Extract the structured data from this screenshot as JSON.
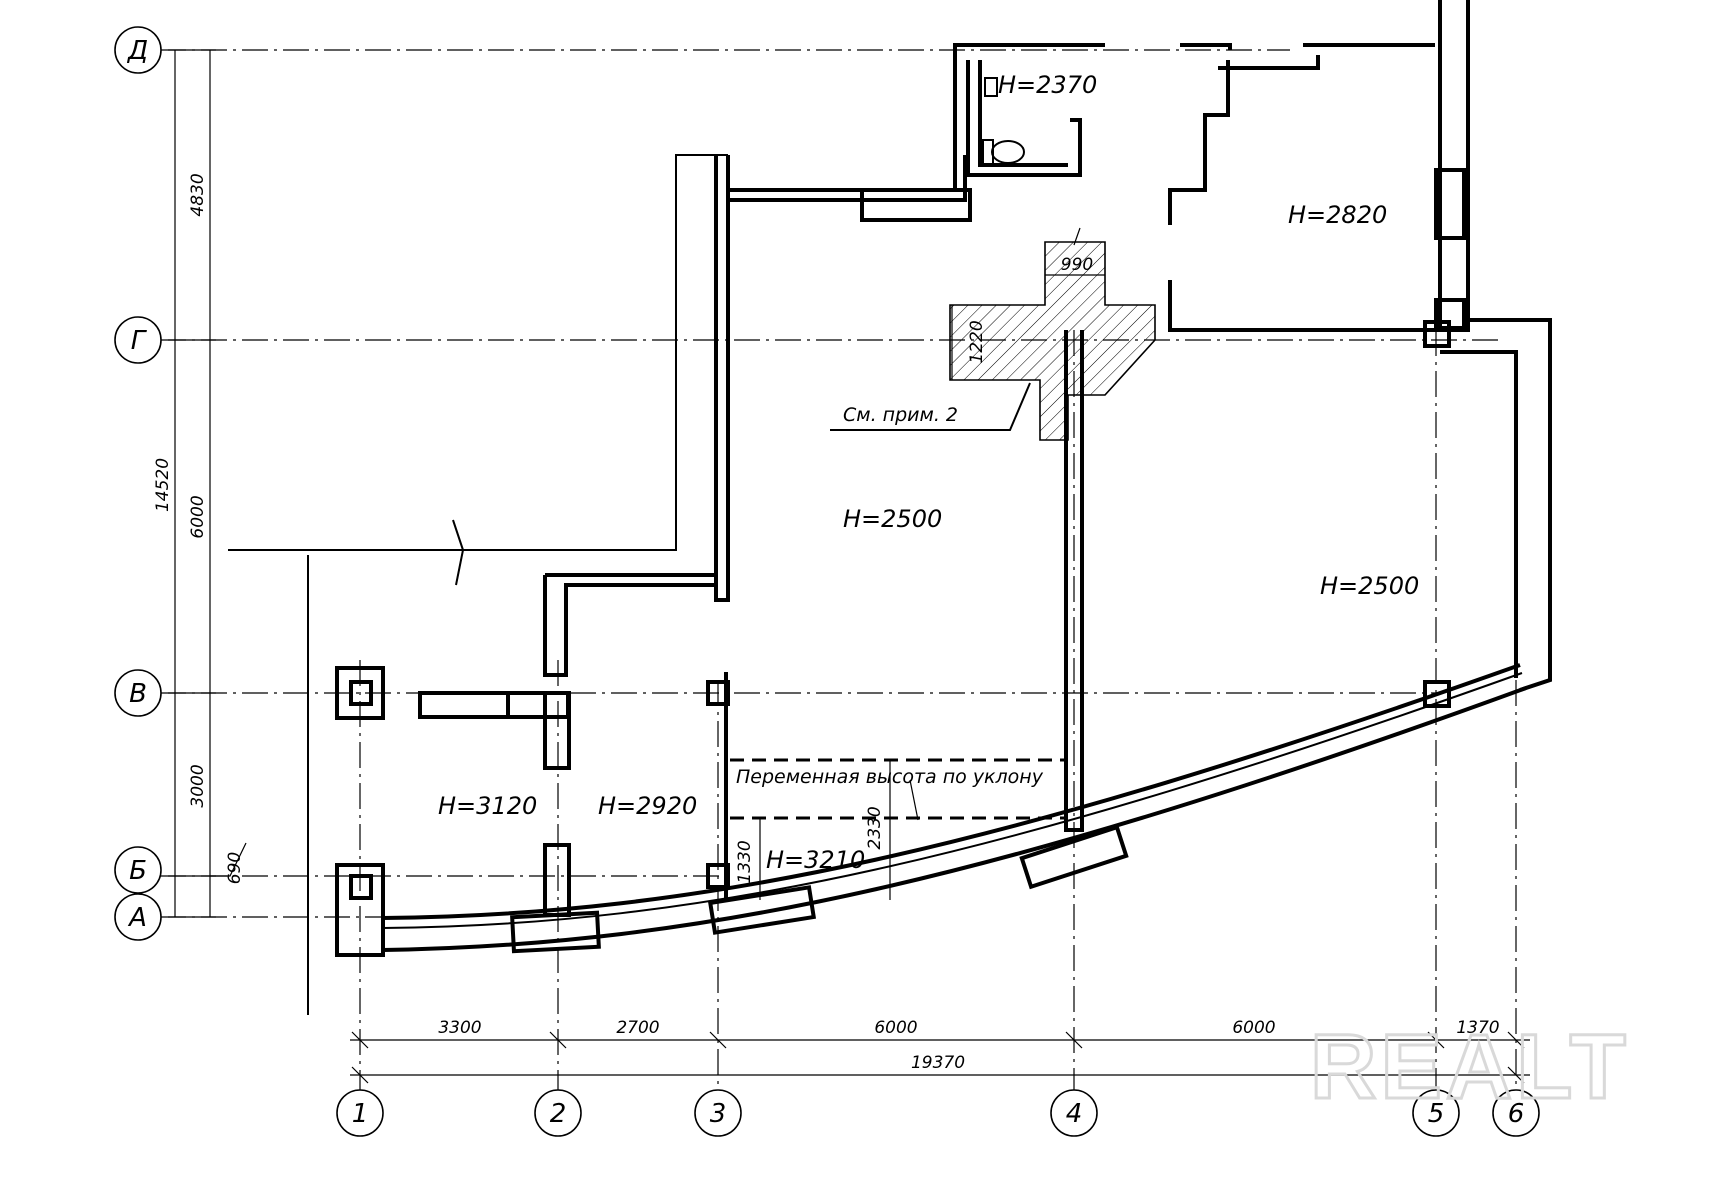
{
  "axes": {
    "rows": [
      "Д",
      "Г",
      "В",
      "Б",
      "А"
    ],
    "columns": [
      "1",
      "2",
      "3",
      "4",
      "5",
      "6"
    ]
  },
  "rooms": [
    {
      "label": "H=2370"
    },
    {
      "label": "H=2820"
    },
    {
      "label": "H=2500"
    },
    {
      "label": "H=2500"
    },
    {
      "label": "H=3120"
    },
    {
      "label": "H=2920"
    },
    {
      "label": "H=3210"
    }
  ],
  "notes": {
    "variable_height": "Переменная высота по уклону",
    "see_note": "См. прим. 2"
  },
  "dimensions": {
    "vertical_total": "14520",
    "vertical_top": "4830",
    "vertical_mid": "6000",
    "vertical_low": "3000",
    "vertical_small": "690",
    "horizontal_segments": [
      "3300",
      "2700",
      "6000",
      "6000",
      "1370"
    ],
    "horizontal_total": "19370",
    "column_block_w": "990",
    "column_block_h": "1220",
    "slope_1": "1330",
    "slope_2": "2330"
  },
  "watermark": "REALT"
}
